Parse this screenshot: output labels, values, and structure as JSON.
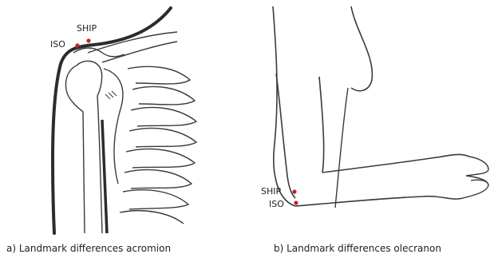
{
  "panels": [
    {
      "caption": "a) Landmark differences acromion",
      "landmarks": [
        {
          "label": "SHIP",
          "color": "#cc1f1f"
        },
        {
          "label": "ISO",
          "color": "#cc1f1f"
        }
      ]
    },
    {
      "caption": "b) Landmark differences olecranon",
      "landmarks": [
        {
          "label": "SHIP",
          "color": "#cc1f1f"
        },
        {
          "label": "ISO",
          "color": "#cc1f1f"
        }
      ]
    }
  ],
  "colors": {
    "line": "#3a3a3a",
    "thick_line": "#2c2c2c",
    "marker": "#cc1f1f"
  }
}
